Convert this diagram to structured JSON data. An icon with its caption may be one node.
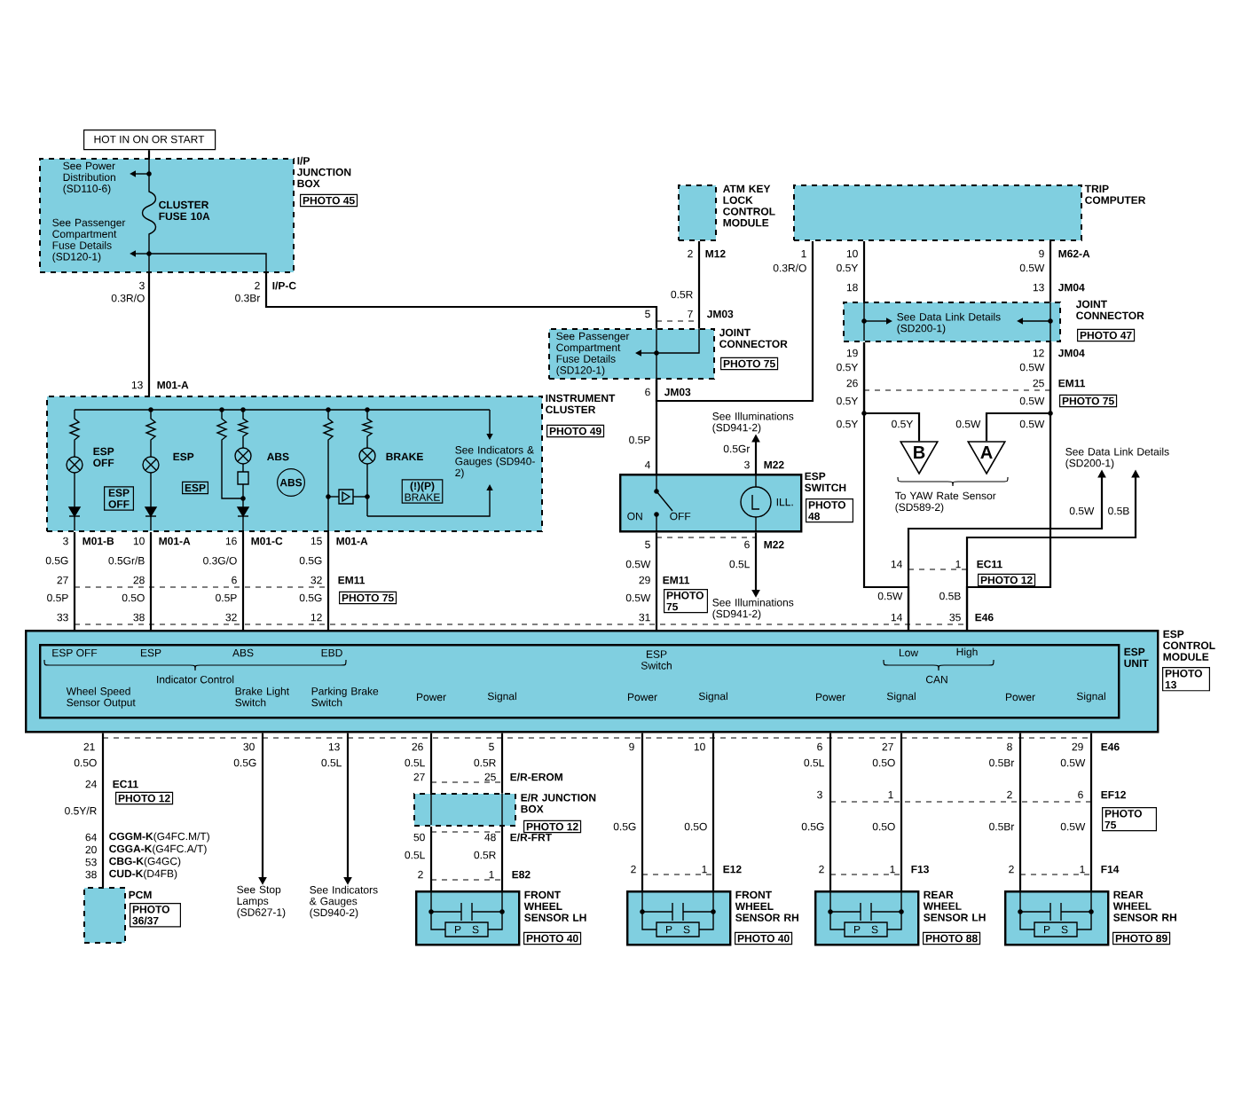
{
  "diagram": {
    "nodes": [
      {
        "text": [
          "HOT IN ON OR START"
        ]
      },
      {
        "text": [
          "See Power Distribution (SD110-6)",
          "I/P JUNCTION BOX",
          "CLUSTER FUSE 10A",
          "See Passenger Compartment Fuse Details (SD120-1)"
        ],
        "beside": [
          "PHOTO 45"
        ]
      },
      {
        "text": [
          "ATM KEY LOCK CONTROL MODULE"
        ]
      },
      {
        "text": [
          "TRIP COMPUTER"
        ]
      },
      {
        "text": [
          "See Passenger Compartment Fuse Details (SD120-1)",
          "JOINT CONNECTOR",
          "PHOTO 75"
        ]
      },
      {
        "text": [
          "JOINT CONNECTOR",
          "See Data Link Details (SD200-1)"
        ],
        "beside": [
          "PHOTO 47"
        ]
      },
      {
        "text": [
          "INSTRUMENT CLUSTER",
          "ESP OFF",
          "ESP OFF",
          "ESP",
          "ESP",
          "ABS",
          "ABS",
          "BRAKE",
          "(!)(P)",
          "BRAKE",
          "See Indicators & Gauges (SD940-2)"
        ],
        "beside": [
          "PHOTO 49"
        ]
      },
      {
        "text": [
          "ESP SWITCH",
          "ON",
          "OFF",
          "ILL."
        ],
        "beside": [
          "PHOTO 48"
        ]
      },
      {
        "text": [
          "E/R JUNCTION BOX"
        ],
        "beside": [
          "PHOTO 12"
        ]
      },
      {
        "text": [
          "ESP CONTROL MODULE"
        ],
        "beside": [
          "PHOTO 13"
        ]
      },
      {
        "text": [
          "ESP OFF",
          "ESP",
          "ABS",
          "EBD",
          "ESP Switch",
          "Low",
          "High",
          "ESP UNIT",
          "Indicator Control",
          "CAN",
          "Wheel Speed Sensor Output",
          "Brake Light Switch",
          "Parking Brake Switch",
          "Power",
          "Signal",
          "Power",
          "Signal",
          "Power",
          "Signal",
          "Power",
          "Signal"
        ],
        "in": 9
      },
      {
        "text": [
          "PCM",
          "PHOTO 36/37"
        ]
      },
      {
        "text": [
          "FRONT WHEEL SENSOR LH",
          "P",
          "S"
        ],
        "beside": [
          "PHOTO 40"
        ]
      },
      {
        "text": [
          "FRONT WHEEL SENSOR RH",
          "P",
          "S"
        ],
        "beside": [
          "PHOTO 40"
        ]
      },
      {
        "text": [
          "REAR WHEEL SENSOR LH",
          "P",
          "S"
        ],
        "beside": [
          "PHOTO 88"
        ]
      },
      {
        "text": [
          "REAR WHEEL SENSOR RH",
          "P",
          "S"
        ],
        "beside": [
          "PHOTO 89"
        ]
      },
      {
        "text": [
          "B"
        ]
      },
      {
        "text": [
          "A"
        ]
      },
      {
        "text": [
          "See Illuminations (SD941-2)"
        ]
      },
      {
        "text": [
          "See Illuminations (SD941-2)"
        ]
      },
      {
        "text": [
          "See Data Link Details (SD200-1)"
        ]
      },
      {
        "text": [
          "See Stop Lamps (SD627-1)"
        ]
      },
      {
        "text": [
          "See Indicators & Gauges (SD940-2)"
        ]
      }
    ],
    "edges": [
      {
        "from": 0,
        "to": 1,
        "arrow": "none"
      },
      {
        "from": 1,
        "to": 6,
        "arrow": "none"
      },
      {
        "from": 1,
        "to": 4,
        "arrow": "none"
      },
      {
        "from": 2,
        "to": 4,
        "arrow": "none"
      },
      {
        "from": 3,
        "to": 4,
        "arrow": "none"
      },
      {
        "from": 4,
        "to": 7,
        "arrow": "none"
      },
      {
        "from": 3,
        "to": 5,
        "arrow": "none"
      },
      {
        "from": 3,
        "to": 5,
        "arrow": "none"
      },
      {
        "from": 5,
        "to": 9,
        "arrow": "none"
      },
      {
        "from": 5,
        "to": 9,
        "arrow": "none"
      },
      {
        "from": 5,
        "to": 16,
        "arrow": "none"
      },
      {
        "from": 5,
        "to": 17,
        "arrow": "none"
      },
      {
        "from": 7,
        "to": 18,
        "arrow": "to"
      },
      {
        "from": 7,
        "to": 9,
        "arrow": "none"
      },
      {
        "from": 7,
        "to": 19,
        "arrow": "to"
      },
      {
        "from": 9,
        "to": 20,
        "arrow": "to"
      },
      {
        "from": 9,
        "to": 20,
        "arrow": "to"
      },
      {
        "from": 6,
        "to": 9,
        "arrow": "none"
      },
      {
        "from": 6,
        "to": 9,
        "arrow": "none"
      },
      {
        "from": 6,
        "to": 9,
        "arrow": "none"
      },
      {
        "from": 6,
        "to": 9,
        "arrow": "none"
      },
      {
        "from": 9,
        "to": 11,
        "arrow": "none"
      },
      {
        "from": 9,
        "to": 21,
        "arrow": "to"
      },
      {
        "from": 9,
        "to": 22,
        "arrow": "to"
      },
      {
        "from": 9,
        "to": 8,
        "arrow": "none"
      },
      {
        "from": 9,
        "to": 8,
        "arrow": "none"
      },
      {
        "from": 8,
        "to": 12,
        "arrow": "none"
      },
      {
        "from": 8,
        "to": 12,
        "arrow": "none"
      },
      {
        "from": 9,
        "to": 13,
        "arrow": "none"
      },
      {
        "from": 9,
        "to": 13,
        "arrow": "none"
      },
      {
        "from": 9,
        "to": 14,
        "arrow": "none"
      },
      {
        "from": 9,
        "to": 14,
        "arrow": "none"
      },
      {
        "from": 9,
        "to": 15,
        "arrow": "none"
      },
      {
        "from": 9,
        "to": 15,
        "arrow": "none"
      }
    ],
    "labels": [
      "3",
      "0.3R/O",
      "2",
      "I/P-C",
      "0.3Br",
      "13",
      "M01-A",
      "2",
      "M12",
      "0.5R",
      "5",
      "7",
      "JM03",
      "6",
      "JM03",
      "0.5P",
      "1",
      "0.3R/O",
      "10",
      "0.5Y",
      "9",
      "M62-A",
      "0.5W",
      "18",
      "13",
      "JM04",
      "19",
      "12",
      "JM04",
      "0.5Y",
      "0.5W",
      "26",
      "25",
      "EM11",
      "0.5Y",
      "0.5W",
      "PHOTO 75",
      "0.5Y",
      "0.5Y",
      "0.5W",
      "0.5W",
      "To YAW Rate Sensor (SD589-2)",
      "0.5Gr",
      "4",
      "3",
      "M22",
      "5",
      "6",
      "M22",
      "0.5W",
      "0.5L",
      "29",
      "EM11",
      "PHOTO 75",
      "0.5W",
      "31",
      "0.5W",
      "0.5B",
      "14",
      "1",
      "EC11",
      "PHOTO 12",
      "0.5W",
      "0.5B",
      "14",
      "35",
      "E46",
      "3",
      "M01-B",
      "10",
      "M01-A",
      "16",
      "M01-C",
      "15",
      "M01-A",
      "0.5G",
      "0.5Gr/B",
      "0.3G/O",
      "0.5G",
      "27",
      "28",
      "6",
      "32",
      "EM11",
      "0.5P",
      "0.5O",
      "0.5P",
      "0.5G",
      "PHOTO 75",
      "33",
      "38",
      "32",
      "12",
      "21",
      "30",
      "13",
      "26",
      "5",
      "9",
      "10",
      "6",
      "27",
      "8",
      "29",
      "E46",
      "0.5O",
      "0.5G",
      "0.5L",
      "0.5L",
      "0.5R",
      "0.5L",
      "0.5O",
      "0.5Br",
      "0.5W",
      "24",
      "EC11",
      "PHOTO 12",
      "0.5Y/R",
      "64",
      "**CGGM-K**(G4FC.M/T)",
      "20",
      "**CGGA-K**(G4FC.A/T)",
      "53",
      "**CBG-K**(G4GC)",
      "38",
      "**CUD-K**(D4FB)",
      "27",
      "25",
      "E/R-EROM",
      "50",
      "48",
      "E/R-FRT",
      "0.5L",
      "0.5R",
      "2",
      "1",
      "E82",
      "3",
      "1",
      "2",
      "6",
      "EF12",
      "PHOTO 75",
      "0.5G",
      "0.5O",
      "0.5G",
      "0.5O",
      "0.5Br",
      "0.5W",
      "2",
      "1",
      "E12",
      "2",
      "1",
      "F13",
      "2",
      "1",
      "F14"
    ]
  }
}
